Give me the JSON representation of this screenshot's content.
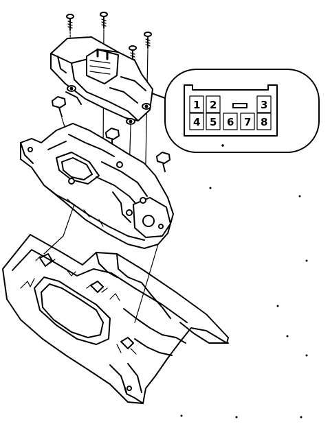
{
  "connector": {
    "pins": [
      {
        "label": "1"
      },
      {
        "label": "2"
      },
      {
        "label": "3"
      },
      {
        "label": "4"
      },
      {
        "label": "5"
      },
      {
        "label": "6"
      },
      {
        "label": "7"
      },
      {
        "label": "8"
      }
    ]
  }
}
